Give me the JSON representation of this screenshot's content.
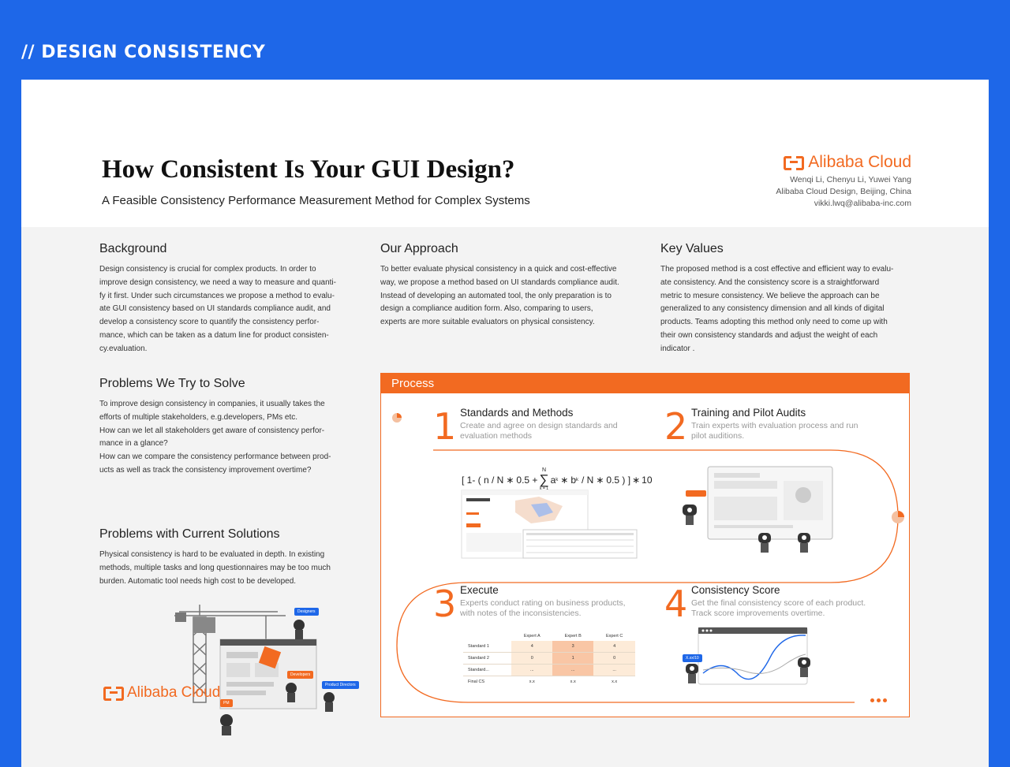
{
  "header": {
    "label": "// DESIGN CONSISTENCY"
  },
  "poster": {
    "title": "How Consistent Is Your GUI Design?",
    "subtitle": "A Feasible Consistency Performance Measurement Method for Complex Systems",
    "brand": "Alibaba Cloud",
    "authors": [
      "Wenqi Li, Chenyu Li, Yuwei Yang",
      "Alibaba Cloud Design, Beijing, China",
      "vikki.lwq@alibaba-inc.com"
    ]
  },
  "sections": {
    "background": {
      "title": "Background",
      "lines": [
        "Design consistency is crucial for complex products. In order to",
        "improve design consistency, we need a way to measure and quanti-",
        "fy it first. Under such circumstances we propose a method to evalu-",
        "ate GUI consistency based on UI standards compliance audit, and",
        "develop a consistency score to quantify the consistency perfor-",
        "mance, which can be taken as a datum line for product consisten-",
        "cy.evaluation."
      ]
    },
    "approach": {
      "title": "Our Approach",
      "lines": [
        "To better evaluate physical consistency in a quick and cost-effective",
        "way, we propose a method based on UI standards compliance audit.",
        "Instead of developing an automated tool, the only preparation is to",
        "design a compliance audition form. Also, comparing to users,",
        "experts are more suitable evaluators on physical consistency."
      ]
    },
    "key_values": {
      "title": "Key Values",
      "lines": [
        "The proposed method is a cost effective and efficient way to evalu-",
        "ate consistency. And the consistency score is a straightforward",
        "metric to mesure consistency. We believe the approach can be",
        "generalized to any consistency dimension and all kinds of digital",
        "products. Teams adopting this method only need to come up with",
        "their own consistency standards and adjust the weight of each",
        "indicator ."
      ]
    },
    "problems": {
      "title": "Problems We Try to Solve",
      "lines": [
        "To improve design consistency in companies, it usually takes the",
        "efforts of multiple stakeholders,  e.g.developers, PMs etc.",
        "How can we let all stakeholders get aware of consistency perfor-",
        "mance in a glance?",
        "How can we compare the consistency performance between prod-",
        "ucts as well as track the consistency improvement overtime?"
      ]
    },
    "current": {
      "title": "Problems with Current Solutions",
      "lines": [
        "Physical consistency is hard to be evaluated in depth. In existing",
        "methods, multiple tasks and long questionnaires may be too much",
        "burden. Automatic tool needs high cost to be developed."
      ]
    }
  },
  "illustration": {
    "brand": "Alibaba Cloud",
    "tags": {
      "designers": "Designers",
      "developers": "Developers",
      "product_directors": "Product Directors",
      "pm": "PM"
    }
  },
  "process": {
    "title": "Process",
    "steps": [
      {
        "num": "1",
        "title": "Standards and Methods",
        "desc": [
          "Create and agree on design standards and",
          "evaluation methods"
        ]
      },
      {
        "num": "2",
        "title": "Training and Pilot Audits",
        "desc": [
          "Train experts with evaluation process and run",
          "pilot auditions."
        ]
      },
      {
        "num": "3",
        "title": "Execute",
        "desc": [
          "Experts conduct rating on business products,",
          "with notes of the inconsistencies."
        ]
      },
      {
        "num": "4",
        "title": "Consistency Score",
        "desc": [
          "Get the final consistency score of each product.",
          "Track score improvements overtime."
        ]
      }
    ],
    "formula": {
      "open": "[ 1- ( n / N",
      "star1": "∗",
      "half1": "0.5 +",
      "sum_top": "N",
      "sum_sym": "∑",
      "sum_bottom": "k = 1",
      "term_a": "a",
      "sub_k1": "k",
      "star2": "∗",
      "term_b": "b",
      "sub_k2": "k",
      "slash": "/ N",
      "star3": "∗",
      "close": "0.5 ) ]",
      "star4": "∗",
      "tail": "10"
    },
    "table": {
      "headers": [
        "",
        "Expert A",
        "Expert B",
        "Expert C"
      ],
      "rows": [
        [
          "Standard 1",
          "4",
          "3",
          "4"
        ],
        [
          "Standard 2",
          "0",
          "1",
          "0"
        ],
        [
          "Standard...",
          "...",
          "...",
          "..."
        ]
      ],
      "final": [
        "Final CS",
        "x.x",
        "x.x",
        "x.x"
      ]
    },
    "score_tag": "X.xx/10"
  },
  "colors": {
    "accent": "#f26a21",
    "blue": "#1e67e8"
  }
}
